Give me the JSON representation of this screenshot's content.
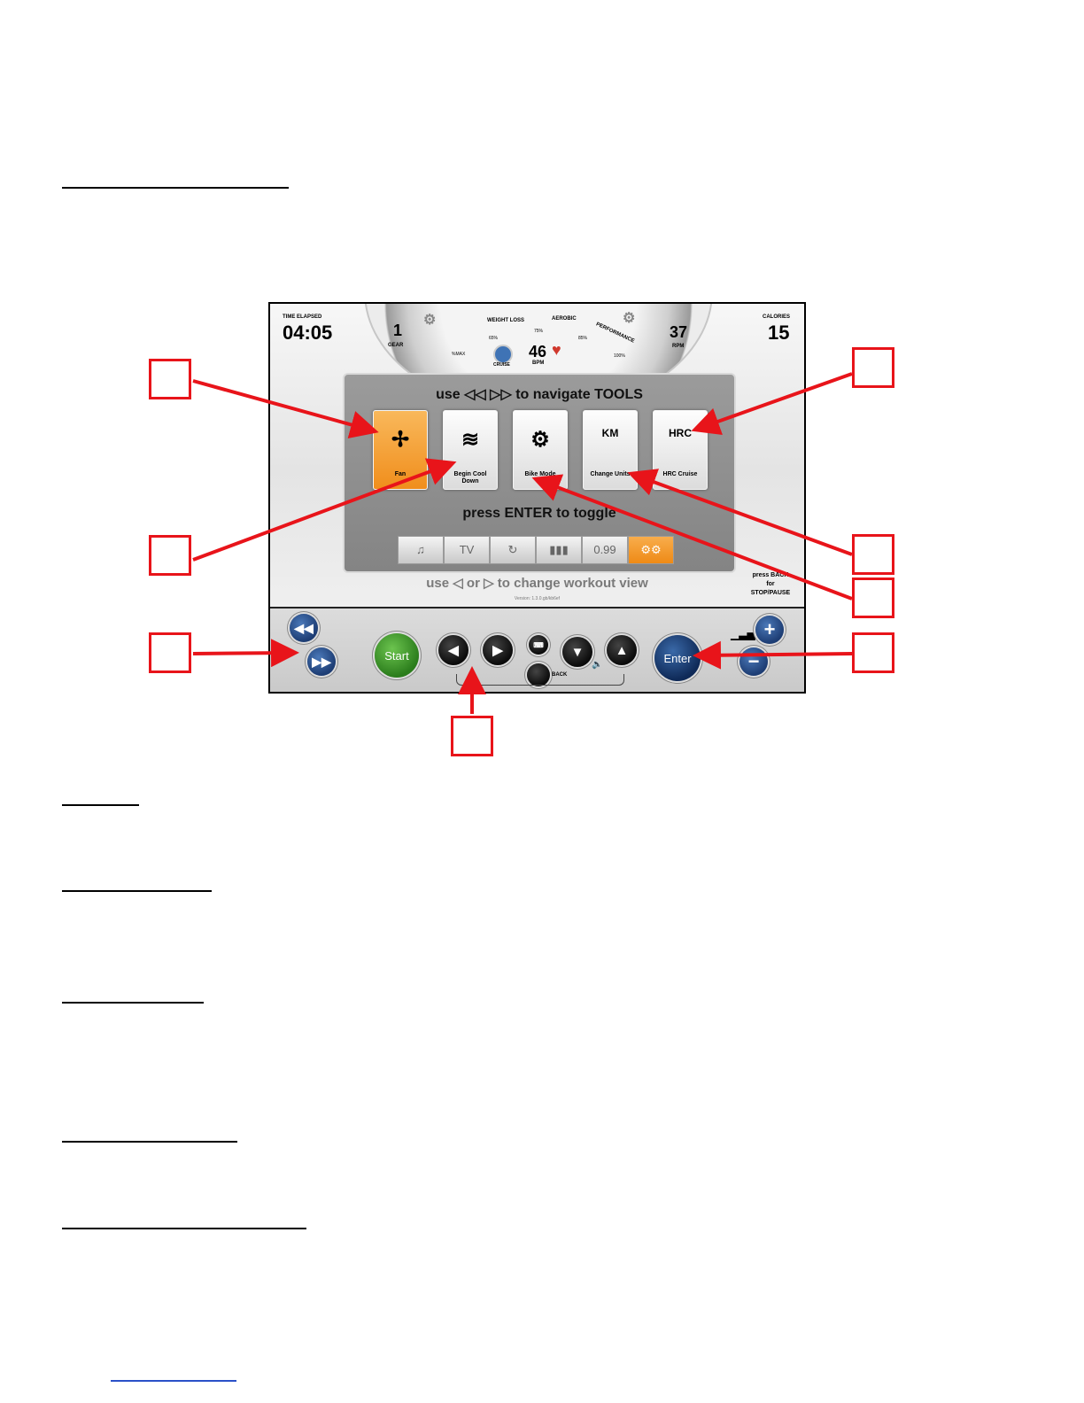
{
  "console": {
    "time_label": "TIME ELAPSED",
    "time_value": "04:05",
    "gear_value": "1",
    "gear_label": "GEAR",
    "heart_value": "46",
    "heart_label": "BPM",
    "rpm_value": "37",
    "rpm_label": "RPM",
    "calories_label": "CALORIES",
    "calories_value": "15",
    "zones": [
      "WEIGHT LOSS",
      "AEROBIC",
      "PERFORMANCE"
    ],
    "zone_ticks": [
      "%MAX",
      "65%",
      "75%",
      "85%",
      "100%"
    ],
    "cruise_label": "CRUISE",
    "panel_title": "use ◁◁ ▷▷ to navigate TOOLS",
    "panel_footer": "press ENTER to toggle",
    "tools": [
      {
        "label": "Fan",
        "icon": "fan-icon",
        "glyph": "✢",
        "active": true
      },
      {
        "label": "Begin Cool Down",
        "icon": "cooldown-icon",
        "glyph": "≋",
        "active": false
      },
      {
        "label": "Bike Mode",
        "icon": "gear-icon",
        "glyph": "⚙",
        "active": false
      },
      {
        "label": "Change Units",
        "icon": "units-icon",
        "glyph": "KM",
        "active": false
      },
      {
        "label": "HRC Cruise",
        "icon": "hrc-icon",
        "glyph": "HRC",
        "active": false
      }
    ],
    "view_tabs": [
      "♫",
      "TV",
      "↻",
      "▮▮▮",
      "0.99",
      "⚙⚙"
    ],
    "change_view_text": "use ◁ or ▷ to change workout view",
    "version_text": "Version: 1.3.0.gb/kb6ef",
    "back_hint": [
      "press BACK",
      "for",
      "STOP/PAUSE"
    ],
    "start_label": "Start",
    "enter_label": "Enter",
    "back_label": "BACK"
  },
  "accent_colors": {
    "callout": "#e8141a",
    "active_tool": "#f08e1c",
    "start": "#3f9a2c"
  }
}
